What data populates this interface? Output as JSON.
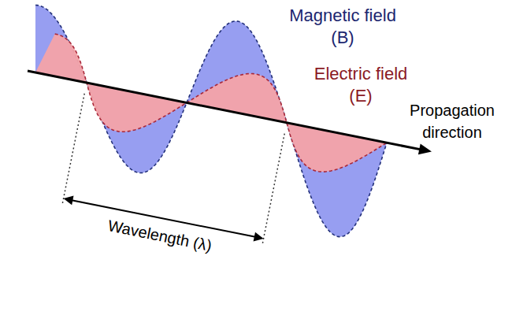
{
  "diagram": {
    "labels": [
      "Magnetic field (B)",
      "Electric field (E)",
      "Wavelength (λ)",
      "Propagation direction"
    ]
  }
}
